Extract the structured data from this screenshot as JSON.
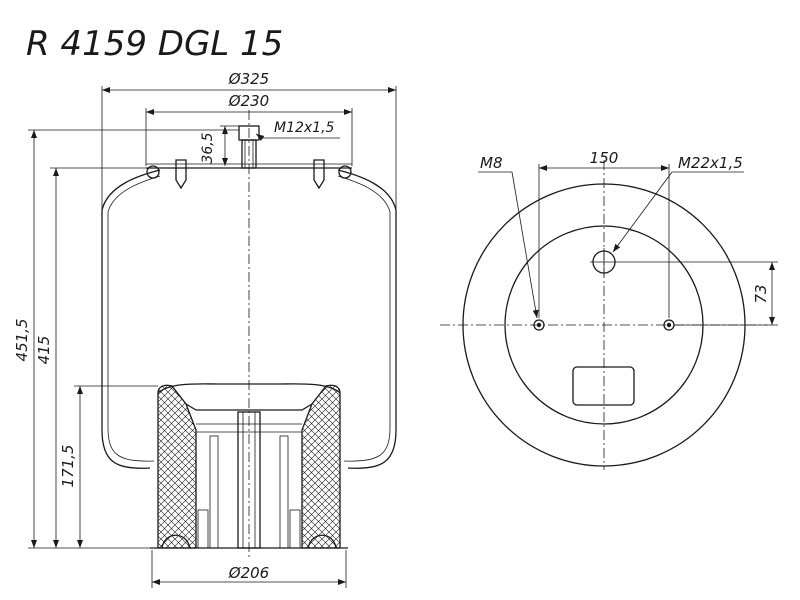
{
  "title": "R 4159 DGL 15",
  "side_view": {
    "dim_outer_diameter": "Ø325",
    "dim_top_diameter": "Ø230",
    "dim_bottom_diameter": "Ø206",
    "dim_stud_height": "36,5",
    "dim_thread_top": "M12x1,5",
    "dim_total_height": "451,5",
    "dim_body_height": "415",
    "dim_piston_height": "171,5"
  },
  "top_view": {
    "dim_bolt_spacing": "150",
    "dim_thread_small": "M8",
    "dim_thread_air": "M22x1,5",
    "dim_offset": "73"
  }
}
